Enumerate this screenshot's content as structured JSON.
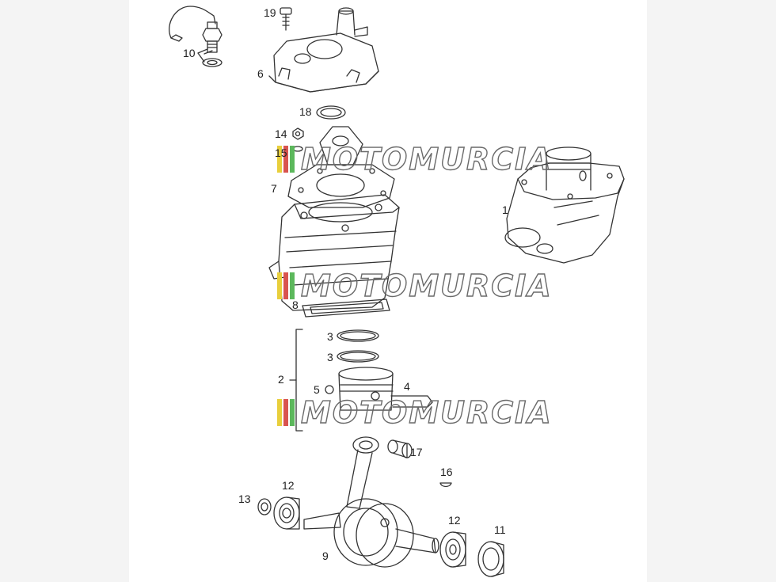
{
  "labels": {
    "l1": "1",
    "l2": "2",
    "l3a": "3",
    "l3b": "3",
    "l4": "4",
    "l5": "5",
    "l6": "6",
    "l7": "7",
    "l8": "8",
    "l9": "9",
    "l10": "10",
    "l11": "11",
    "l12a": "12",
    "l12b": "12",
    "l13": "13",
    "l14": "14",
    "l15": "15",
    "l16": "16",
    "l17": "17",
    "l18": "18",
    "l19": "19"
  },
  "watermark": {
    "text": "MOTOMURCIA"
  },
  "colors": {
    "line": "#333333",
    "watermark_stroke": "#6a6a6a",
    "flag_yellow": "#e8cf3c",
    "flag_red": "#d9534f",
    "flag_green": "#5cb85c"
  }
}
